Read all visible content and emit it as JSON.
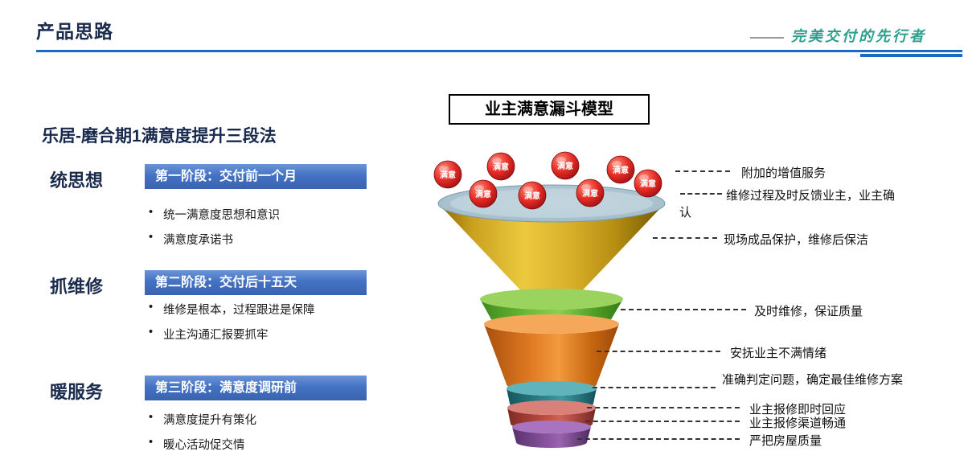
{
  "header": {
    "title": "产品思路",
    "slogan": "完美交付的先行者"
  },
  "left_panel": {
    "heading": "乐居-磨合期1满意度提升三段法",
    "sections": [
      {
        "label": "统思想",
        "banner": "第一阶段：交付前一个月",
        "bullets": [
          "统一满意度思想和意识",
          "满意度承诺书"
        ]
      },
      {
        "label": "抓维修",
        "banner": "第二阶段：交付后十五天",
        "bullets": [
          "维修是根本，过程跟进是保障",
          "业主沟通汇报要抓牢"
        ]
      },
      {
        "label": "暖服务",
        "banner": "第三阶段：满意度调研前",
        "bullets": [
          "满意度提升有策化",
          "暖心活动促交情"
        ]
      }
    ]
  },
  "funnel": {
    "title": "业主满意漏斗模型",
    "ball_label": "满意",
    "annotations": [
      "附加的增值服务",
      "维修过程及时反馈业主，业主确认",
      "现场成品保护，维修后保洁",
      "及时维修，保证质量",
      "安抚业主不满情绪",
      "准确判定问题，确定最佳维修方案",
      "业主报修即时回应",
      "业主报修渠道畅通",
      "严把房屋质量"
    ],
    "colors": {
      "accent_blue": "#1a6ac0",
      "banner_blue": "#4472c4",
      "slogan_teal": "#2e9e8d",
      "ball_red": "#d1201f",
      "funnel_gold": "#d9a62b",
      "funnel_green": "#5cb535",
      "funnel_orange": "#e87a1e",
      "funnel_teal": "#2e8f96",
      "funnel_red": "#c34f44",
      "funnel_purple": "#8a4ea0"
    }
  }
}
